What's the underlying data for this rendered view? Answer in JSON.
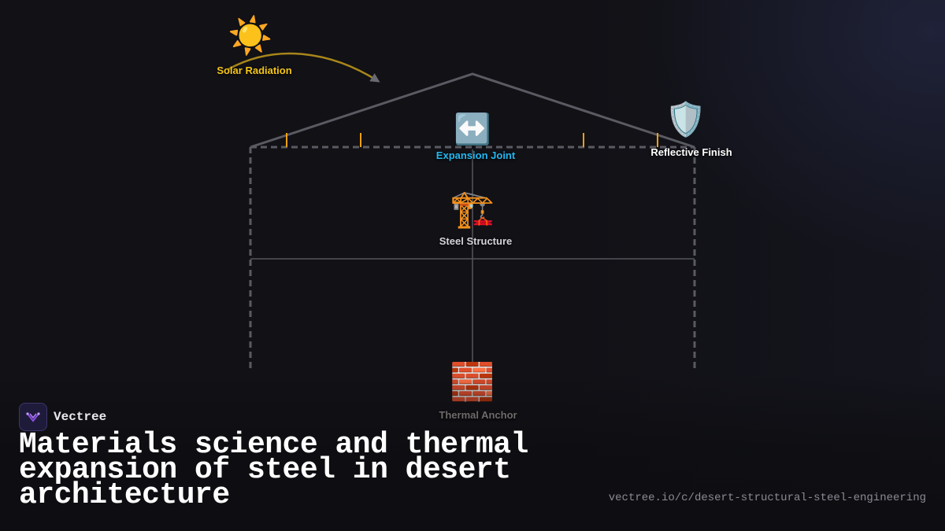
{
  "diagram": {
    "nodes": {
      "solar": {
        "icon": "sun-icon",
        "glyph": "☀️",
        "label": "Solar Radiation",
        "color": "#f5c518"
      },
      "expansion": {
        "icon": "left-right-arrow-icon",
        "glyph": "↔️",
        "label": "Expansion Joint",
        "color": "#22b8f0"
      },
      "reflective": {
        "icon": "shield-icon",
        "glyph": "🛡️",
        "label": "Reflective Finish",
        "color": "#ffffff"
      },
      "steel": {
        "icon": "construction-crane-icon",
        "glyph": "🏗️",
        "label": "Steel Structure",
        "color": "#d4d4d8"
      },
      "anchor": {
        "icon": "brick-icon",
        "glyph": "🧱",
        "label": "Thermal Anchor",
        "color": "#6f6a6a"
      }
    },
    "colors": {
      "frame": "#5a5a62",
      "arrow": "#a8861a",
      "ticks": "#f0a010"
    }
  },
  "brand": {
    "name": "Vectree",
    "logo_icon": "vectree-logo-icon"
  },
  "headline": "Materials science and thermal expansion of steel in desert architecture",
  "url": "vectree.io/c/desert-structural-steel-engineering"
}
